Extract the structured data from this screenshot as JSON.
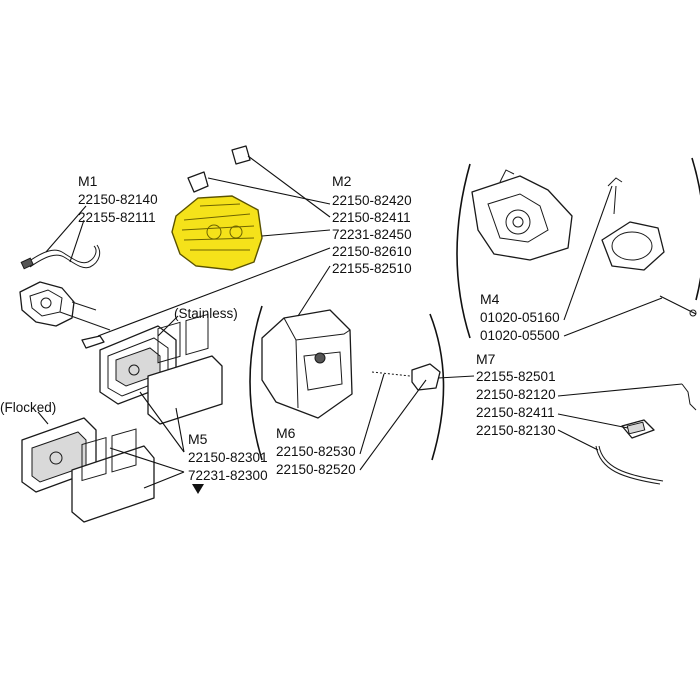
{
  "groups": {
    "m1": {
      "name": "M1",
      "parts": [
        "22150-82140",
        "22155-82111"
      ]
    },
    "m2": {
      "name": "M2",
      "parts": [
        "22150-82420",
        "22150-82411",
        "72231-82450",
        "22150-82610",
        "22155-82510"
      ]
    },
    "m4": {
      "name": "M4",
      "parts": [
        "01020-05160",
        "01020-05500"
      ]
    },
    "m5": {
      "name": "M5",
      "parts": [
        "22150-82301",
        "72231-82300"
      ]
    },
    "m6": {
      "name": "M6",
      "parts": [
        "22150-82530",
        "22150-82520"
      ]
    },
    "m7": {
      "name": "M7",
      "parts": [
        "22155-82501",
        "22150-82120",
        "22150-82411",
        "22150-82130"
      ]
    }
  },
  "notes": {
    "stainless": "(Stainless)",
    "flocked": "(Flocked)"
  },
  "colors": {
    "highlight": "#f5e21a",
    "highlight_dark": "#b8a800",
    "line": "#111111"
  }
}
